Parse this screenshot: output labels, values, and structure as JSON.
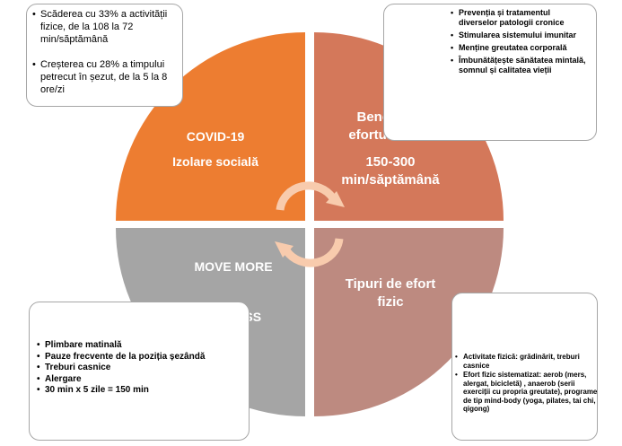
{
  "quadrants": {
    "top_left": {
      "line1": "COVID-19",
      "line2": "Izolare socială",
      "color": "#ED7D31"
    },
    "top_right": {
      "line1": "Beneficiile",
      "line2": "efortului fizic",
      "line3": "150-300",
      "line4": "min/săptămână",
      "color": "#D4785A"
    },
    "bottom_left": {
      "line1": "MOVE MORE",
      "line2": "SIT LESS",
      "color": "#A5A5A5"
    },
    "bottom_right": {
      "line1": "Tipuri de efort",
      "line2": "fizic",
      "color": "#BD8A80"
    }
  },
  "boxes": {
    "top_left": [
      "Scăderea cu 33% a activității fizice,  de la 108 la 72 min/săptămână",
      "Creșterea cu 28% a timpului petrecut în șezut, de la 5 la 8 ore/zi"
    ],
    "top_right": [
      "Prevenția și tratamentul diverselor patologii cronice",
      "Stimularea sistemului imunitar",
      "Menține greutatea corporală",
      "Îmbunătățește sănătatea mintală, somnul și calitatea vieții"
    ],
    "bottom_left": [
      "Plimbare matinală",
      "Pauze frecvente de la poziția șezândă",
      "Treburi casnice",
      "Alergare",
      "30 min x 5 zile = 150 min"
    ],
    "bottom_right": [
      "Activitate fizică: grădinărit, treburi casnice",
      "Efort fizic sistematizat: aerob (mers, alergat, bicicletă) , anaerob (serii exerciții cu propria greutate), programe de tip mind-body (yoga, pilates, tai chi, qigong)"
    ]
  },
  "center_arrows": {
    "color": "#F8CBAD",
    "icon": "cycle-arrows-icon"
  }
}
